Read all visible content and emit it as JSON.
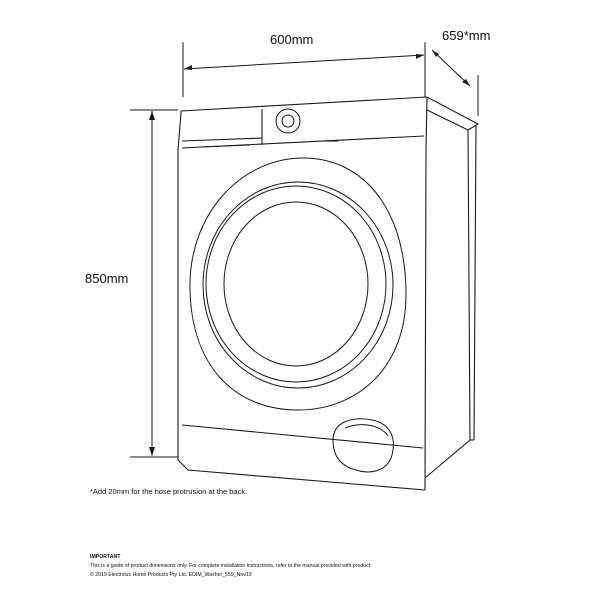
{
  "dimensions": {
    "width": "600mm",
    "depth": "659*mm",
    "height": "850mm"
  },
  "note": "*Add 20mm for the hose protrusion at the back.",
  "footer": {
    "important_label": "IMPORTANT",
    "disclaimer": "This is a guide of product dimensions only. For complete installation instructions, refer to the manual provided with product",
    "copyright": "© 2019 Electrolux Home Products Pty Ltd. EDIM_Washer_559_Nov19"
  }
}
